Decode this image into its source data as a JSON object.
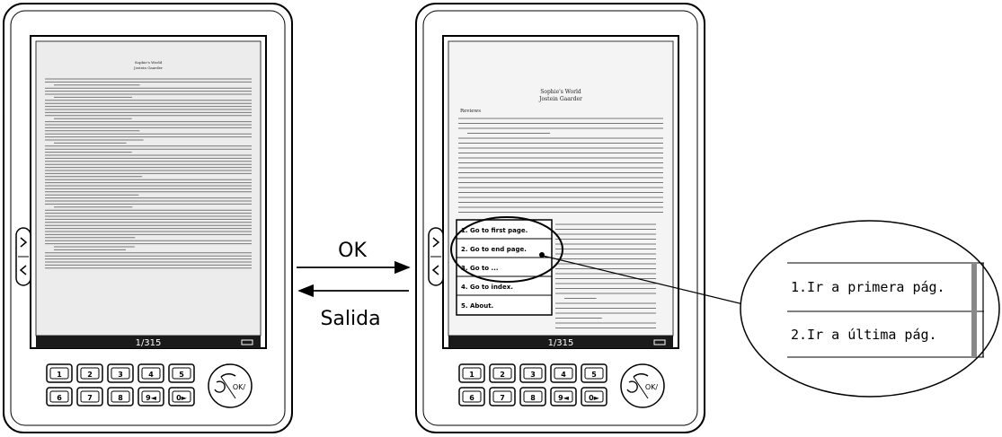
{
  "devices": {
    "left": {
      "page_counter": "1/315",
      "doc_title": "Sophie's World",
      "doc_author": "Jostein Gaarder"
    },
    "right": {
      "page_counter": "1/315",
      "doc_title": "Sophie's World",
      "doc_author": "Jostein Gaarder",
      "reviews_heading": "Reviews",
      "menu_items": [
        "1. Go to first page.",
        "2. Go to end page.",
        "3. Go to ...",
        "4. Go to index.",
        "5. About."
      ]
    }
  },
  "keypad": {
    "row1": [
      "1",
      "2",
      "3",
      "4",
      "5"
    ],
    "row2": [
      "6",
      "7",
      "8",
      "9◄",
      "0►"
    ],
    "ok_label": "OK/"
  },
  "arrows": {
    "ok_label": "OK",
    "exit_label": "Salida"
  },
  "callout": {
    "items": [
      "1.Ir a primera pág.",
      "2.Ir a última pág."
    ]
  }
}
